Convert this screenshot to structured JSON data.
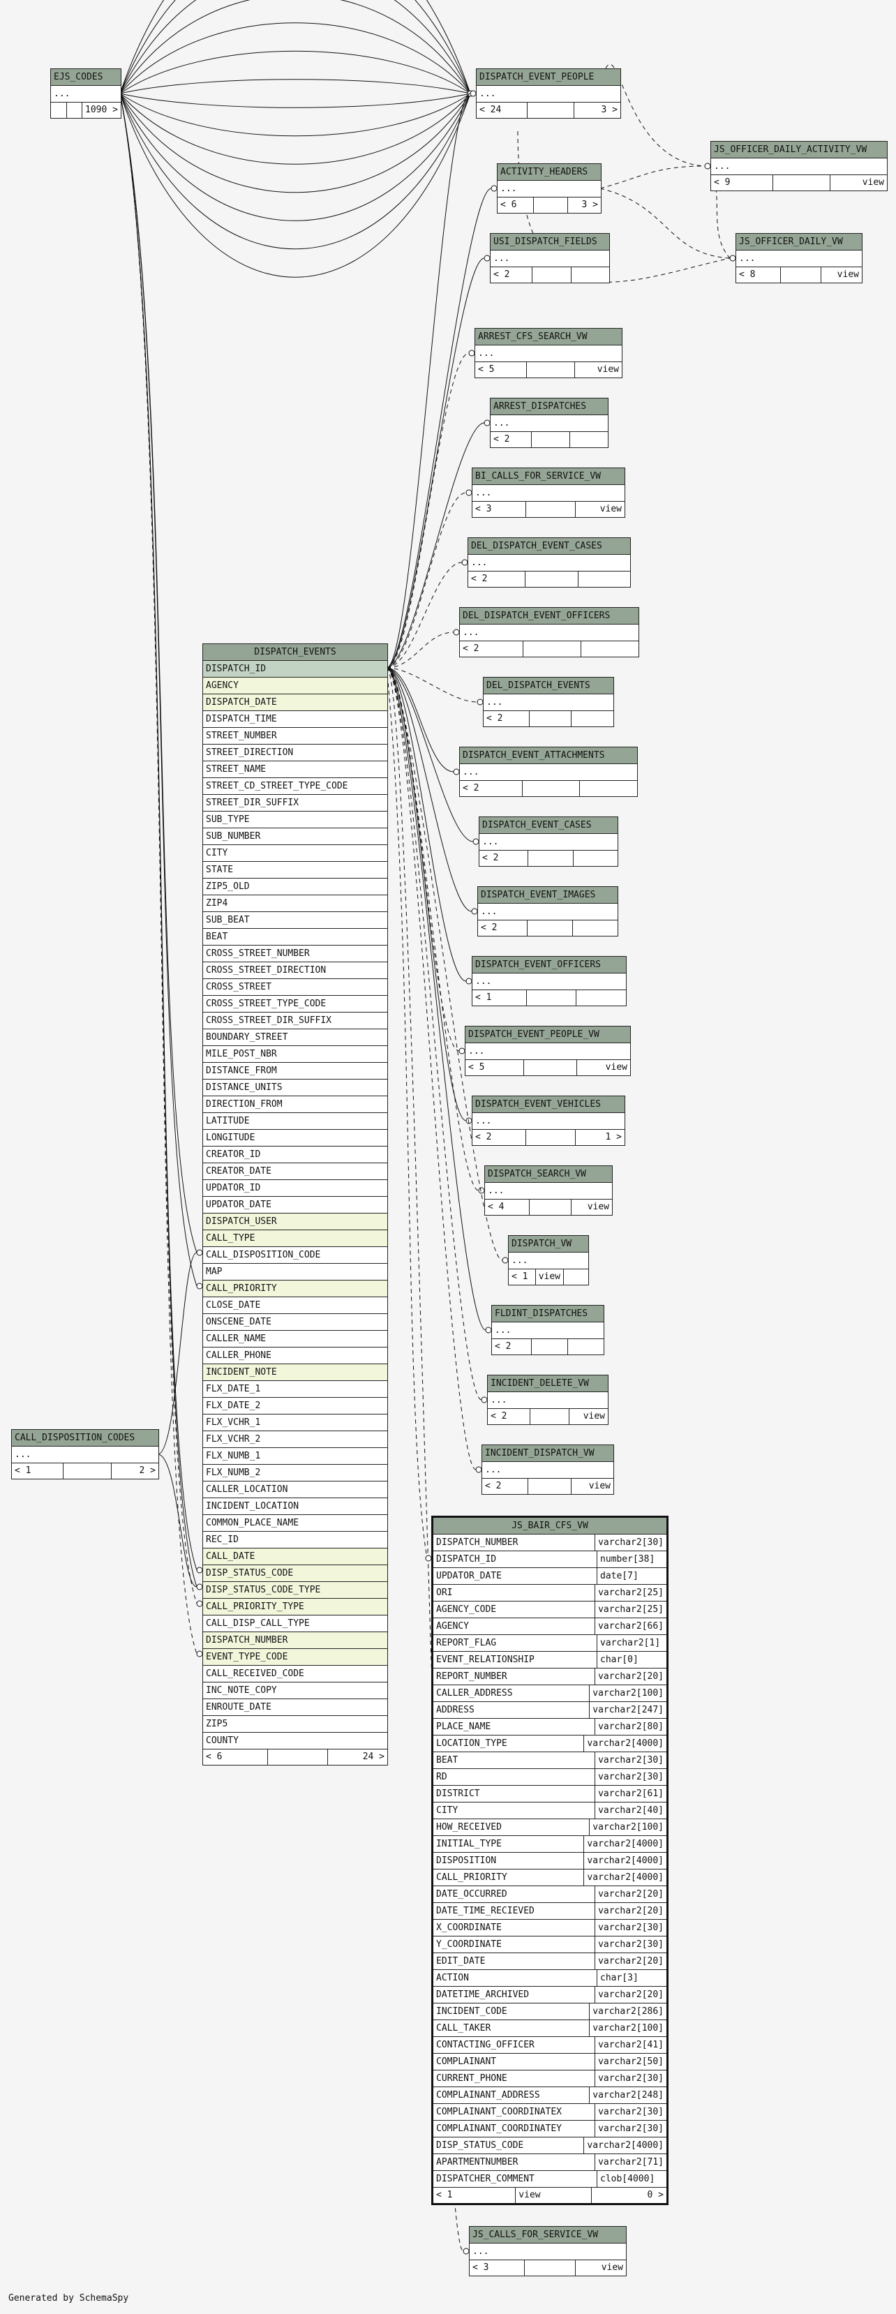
{
  "caption": "Generated by SchemaSpy",
  "tables": {
    "ejs_codes": {
      "name": "EJS_CODES",
      "ellipsis": "...",
      "f1": "",
      "f2": "",
      "f3": "1090 >"
    },
    "dispatch_event_people": {
      "name": "DISPATCH_EVENT_PEOPLE",
      "ellipsis": "...",
      "f1": "< 24",
      "f2": "",
      "f3": "3 >"
    },
    "activity_headers": {
      "name": "ACTIVITY_HEADERS",
      "ellipsis": "...",
      "f1": "< 6",
      "f2": "",
      "f3": "3 >"
    },
    "js_officer_daily_activity_vw": {
      "name": "JS_OFFICER_DAILY_ACTIVITY_VW",
      "ellipsis": "...",
      "f1": "< 9",
      "f2": "",
      "f3": "view"
    },
    "usi_dispatch_fields": {
      "name": "USI_DISPATCH_FIELDS",
      "ellipsis": "...",
      "f1": "< 2",
      "f2": "",
      "f3": ""
    },
    "js_officer_daily_vw": {
      "name": "JS_OFFICER_DAILY_VW",
      "ellipsis": "...",
      "f1": "< 8",
      "f2": "",
      "f3": "view"
    },
    "arrest_cfs_search_vw": {
      "name": "ARREST_CFS_SEARCH_VW",
      "ellipsis": "...",
      "f1": "< 5",
      "f2": "",
      "f3": "view"
    },
    "arrest_dispatches": {
      "name": "ARREST_DISPATCHES",
      "ellipsis": "...",
      "f1": "< 2",
      "f2": "",
      "f3": ""
    },
    "bi_calls_for_service_vw": {
      "name": "BI_CALLS_FOR_SERVICE_VW",
      "ellipsis": "...",
      "f1": "< 3",
      "f2": "",
      "f3": "view"
    },
    "del_dispatch_event_cases": {
      "name": "DEL_DISPATCH_EVENT_CASES",
      "ellipsis": "...",
      "f1": "< 2",
      "f2": "",
      "f3": ""
    },
    "del_dispatch_event_officers": {
      "name": "DEL_DISPATCH_EVENT_OFFICERS",
      "ellipsis": "...",
      "f1": "< 2",
      "f2": "",
      "f3": ""
    },
    "del_dispatch_events": {
      "name": "DEL_DISPATCH_EVENTS",
      "ellipsis": "...",
      "f1": "< 2",
      "f2": "",
      "f3": ""
    },
    "dispatch_event_attachments": {
      "name": "DISPATCH_EVENT_ATTACHMENTS",
      "ellipsis": "...",
      "f1": "< 2",
      "f2": "",
      "f3": ""
    },
    "dispatch_event_cases": {
      "name": "DISPATCH_EVENT_CASES",
      "ellipsis": "...",
      "f1": "< 2",
      "f2": "",
      "f3": ""
    },
    "dispatch_event_images": {
      "name": "DISPATCH_EVENT_IMAGES",
      "ellipsis": "...",
      "f1": "< 2",
      "f2": "",
      "f3": ""
    },
    "dispatch_event_officers": {
      "name": "DISPATCH_EVENT_OFFICERS",
      "ellipsis": "...",
      "f1": "< 1",
      "f2": "",
      "f3": ""
    },
    "dispatch_event_people_vw": {
      "name": "DISPATCH_EVENT_PEOPLE_VW",
      "ellipsis": "...",
      "f1": "< 5",
      "f2": "",
      "f3": "view"
    },
    "dispatch_event_vehicles": {
      "name": "DISPATCH_EVENT_VEHICLES",
      "ellipsis": "...",
      "f1": "< 2",
      "f2": "",
      "f3": "1 >"
    },
    "dispatch_search_vw": {
      "name": "DISPATCH_SEARCH_VW",
      "ellipsis": "...",
      "f1": "< 4",
      "f2": "",
      "f3": "view"
    },
    "dispatch_vw": {
      "name": "DISPATCH_VW",
      "ellipsis": "...",
      "f1": "< 1",
      "f2": "view",
      "f3": ""
    },
    "fldint_dispatches": {
      "name": "FLDINT_DISPATCHES",
      "ellipsis": "...",
      "f1": "< 2",
      "f2": "",
      "f3": ""
    },
    "incident_delete_vw": {
      "name": "INCIDENT_DELETE_VW",
      "ellipsis": "...",
      "f1": "< 2",
      "f2": "",
      "f3": "view"
    },
    "incident_dispatch_vw": {
      "name": "INCIDENT_DISPATCH_VW",
      "ellipsis": "...",
      "f1": "< 2",
      "f2": "",
      "f3": "view"
    },
    "call_disposition_codes": {
      "name": "CALL_DISPOSITION_CODES",
      "ellipsis": "...",
      "f1": "< 1",
      "f2": "",
      "f3": "2 >"
    },
    "js_calls_for_service_vw": {
      "name": "JS_CALLS_FOR_SERVICE_VW",
      "ellipsis": "...",
      "f1": "< 3",
      "f2": "",
      "f3": "view"
    }
  },
  "dispatch_events": {
    "name": "DISPATCH_EVENTS",
    "columns": [
      {
        "name": "DISPATCH_ID",
        "kind": "key"
      },
      {
        "name": "AGENCY",
        "kind": "index"
      },
      {
        "name": "DISPATCH_DATE",
        "kind": "index"
      },
      {
        "name": "DISPATCH_TIME",
        "kind": ""
      },
      {
        "name": "STREET_NUMBER",
        "kind": ""
      },
      {
        "name": "STREET_DIRECTION",
        "kind": ""
      },
      {
        "name": "STREET_NAME",
        "kind": ""
      },
      {
        "name": "STREET_CD_STREET_TYPE_CODE",
        "kind": ""
      },
      {
        "name": "STREET_DIR_SUFFIX",
        "kind": ""
      },
      {
        "name": "SUB_TYPE",
        "kind": ""
      },
      {
        "name": "SUB_NUMBER",
        "kind": ""
      },
      {
        "name": "CITY",
        "kind": ""
      },
      {
        "name": "STATE",
        "kind": ""
      },
      {
        "name": "ZIP5_OLD",
        "kind": ""
      },
      {
        "name": "ZIP4",
        "kind": ""
      },
      {
        "name": "SUB_BEAT",
        "kind": ""
      },
      {
        "name": "BEAT",
        "kind": ""
      },
      {
        "name": "CROSS_STREET_NUMBER",
        "kind": ""
      },
      {
        "name": "CROSS_STREET_DIRECTION",
        "kind": ""
      },
      {
        "name": "CROSS_STREET",
        "kind": ""
      },
      {
        "name": "CROSS_STREET_TYPE_CODE",
        "kind": ""
      },
      {
        "name": "CROSS_STREET_DIR_SUFFIX",
        "kind": ""
      },
      {
        "name": "BOUNDARY_STREET",
        "kind": ""
      },
      {
        "name": "MILE_POST_NBR",
        "kind": ""
      },
      {
        "name": "DISTANCE_FROM",
        "kind": ""
      },
      {
        "name": "DISTANCE_UNITS",
        "kind": ""
      },
      {
        "name": "DIRECTION_FROM",
        "kind": ""
      },
      {
        "name": "LATITUDE",
        "kind": ""
      },
      {
        "name": "LONGITUDE",
        "kind": ""
      },
      {
        "name": "CREATOR_ID",
        "kind": ""
      },
      {
        "name": "CREATOR_DATE",
        "kind": ""
      },
      {
        "name": "UPDATOR_ID",
        "kind": ""
      },
      {
        "name": "UPDATOR_DATE",
        "kind": ""
      },
      {
        "name": "DISPATCH_USER",
        "kind": "index"
      },
      {
        "name": "CALL_TYPE",
        "kind": "index"
      },
      {
        "name": "CALL_DISPOSITION_CODE",
        "kind": ""
      },
      {
        "name": "MAP",
        "kind": ""
      },
      {
        "name": "CALL_PRIORITY",
        "kind": "index"
      },
      {
        "name": "CLOSE_DATE",
        "kind": ""
      },
      {
        "name": "ONSCENE_DATE",
        "kind": ""
      },
      {
        "name": "CALLER_NAME",
        "kind": ""
      },
      {
        "name": "CALLER_PHONE",
        "kind": ""
      },
      {
        "name": "INCIDENT_NOTE",
        "kind": "index"
      },
      {
        "name": "FLX_DATE_1",
        "kind": ""
      },
      {
        "name": "FLX_DATE_2",
        "kind": ""
      },
      {
        "name": "FLX_VCHR_1",
        "kind": ""
      },
      {
        "name": "FLX_VCHR_2",
        "kind": ""
      },
      {
        "name": "FLX_NUMB_1",
        "kind": ""
      },
      {
        "name": "FLX_NUMB_2",
        "kind": ""
      },
      {
        "name": "CALLER_LOCATION",
        "kind": ""
      },
      {
        "name": "INCIDENT_LOCATION",
        "kind": ""
      },
      {
        "name": "COMMON_PLACE_NAME",
        "kind": ""
      },
      {
        "name": "REC_ID",
        "kind": ""
      },
      {
        "name": "CALL_DATE",
        "kind": "index"
      },
      {
        "name": "DISP_STATUS_CODE",
        "kind": "index"
      },
      {
        "name": "DISP_STATUS_CODE_TYPE",
        "kind": "index"
      },
      {
        "name": "CALL_PRIORITY_TYPE",
        "kind": "index"
      },
      {
        "name": "CALL_DISP_CALL_TYPE",
        "kind": ""
      },
      {
        "name": "DISPATCH_NUMBER",
        "kind": "index"
      },
      {
        "name": "EVENT_TYPE_CODE",
        "kind": "index"
      },
      {
        "name": "CALL_RECEIVED_CODE",
        "kind": ""
      },
      {
        "name": "INC_NOTE_COPY",
        "kind": ""
      },
      {
        "name": "ENROUTE_DATE",
        "kind": ""
      },
      {
        "name": "ZIP5",
        "kind": ""
      },
      {
        "name": "COUNTY",
        "kind": ""
      }
    ],
    "f1": "< 6",
    "f2": "",
    "f3": "24 >"
  },
  "js_bair_cfs_vw": {
    "name": "JS_BAIR_CFS_VW",
    "columns": [
      {
        "name": "DISPATCH_NUMBER",
        "type": "varchar2[30]"
      },
      {
        "name": "DISPATCH_ID",
        "type": "number[38]"
      },
      {
        "name": "UPDATOR_DATE",
        "type": "date[7]"
      },
      {
        "name": "ORI",
        "type": "varchar2[25]"
      },
      {
        "name": "AGENCY_CODE",
        "type": "varchar2[25]"
      },
      {
        "name": "AGENCY",
        "type": "varchar2[66]"
      },
      {
        "name": "REPORT_FLAG",
        "type": "varchar2[1]"
      },
      {
        "name": "EVENT_RELATIONSHIP",
        "type": "char[0]"
      },
      {
        "name": "REPORT_NUMBER",
        "type": "varchar2[20]"
      },
      {
        "name": "CALLER_ADDRESS",
        "type": "varchar2[100]"
      },
      {
        "name": "ADDRESS",
        "type": "varchar2[247]"
      },
      {
        "name": "PLACE_NAME",
        "type": "varchar2[80]"
      },
      {
        "name": "LOCATION_TYPE",
        "type": "varchar2[4000]"
      },
      {
        "name": "BEAT",
        "type": "varchar2[30]"
      },
      {
        "name": "RD",
        "type": "varchar2[30]"
      },
      {
        "name": "DISTRICT",
        "type": "varchar2[61]"
      },
      {
        "name": "CITY",
        "type": "varchar2[40]"
      },
      {
        "name": "HOW_RECEIVED",
        "type": "varchar2[100]"
      },
      {
        "name": "INITIAL_TYPE",
        "type": "varchar2[4000]"
      },
      {
        "name": "DISPOSITION",
        "type": "varchar2[4000]"
      },
      {
        "name": "CALL_PRIORITY",
        "type": "varchar2[4000]"
      },
      {
        "name": "DATE_OCCURRED",
        "type": "varchar2[20]"
      },
      {
        "name": "DATE_TIME_RECIEVED",
        "type": "varchar2[20]"
      },
      {
        "name": "X_COORDINATE",
        "type": "varchar2[30]"
      },
      {
        "name": "Y_COORDINATE",
        "type": "varchar2[30]"
      },
      {
        "name": "EDIT_DATE",
        "type": "varchar2[20]"
      },
      {
        "name": "ACTION",
        "type": "char[3]"
      },
      {
        "name": "DATETIME_ARCHIVED",
        "type": "varchar2[20]"
      },
      {
        "name": "INCIDENT_CODE",
        "type": "varchar2[286]"
      },
      {
        "name": "CALL_TAKER",
        "type": "varchar2[100]"
      },
      {
        "name": "CONTACTING_OFFICER",
        "type": "varchar2[41]"
      },
      {
        "name": "COMPLAINANT",
        "type": "varchar2[50]"
      },
      {
        "name": "CURRENT_PHONE",
        "type": "varchar2[30]"
      },
      {
        "name": "COMPLAINANT_ADDRESS",
        "type": "varchar2[248]"
      },
      {
        "name": "COMPLAINANT_COORDINATEX",
        "type": "varchar2[30]"
      },
      {
        "name": "COMPLAINANT_COORDINATEY",
        "type": "varchar2[30]"
      },
      {
        "name": "DISP_STATUS_CODE",
        "type": "varchar2[4000]"
      },
      {
        "name": "APARTMENTNUMBER",
        "type": "varchar2[71]"
      },
      {
        "name": "DISPATCHER_COMMENT",
        "type": "clob[4000]"
      }
    ],
    "f1": "< 1",
    "f2": "view",
    "f3": "0 >"
  }
}
